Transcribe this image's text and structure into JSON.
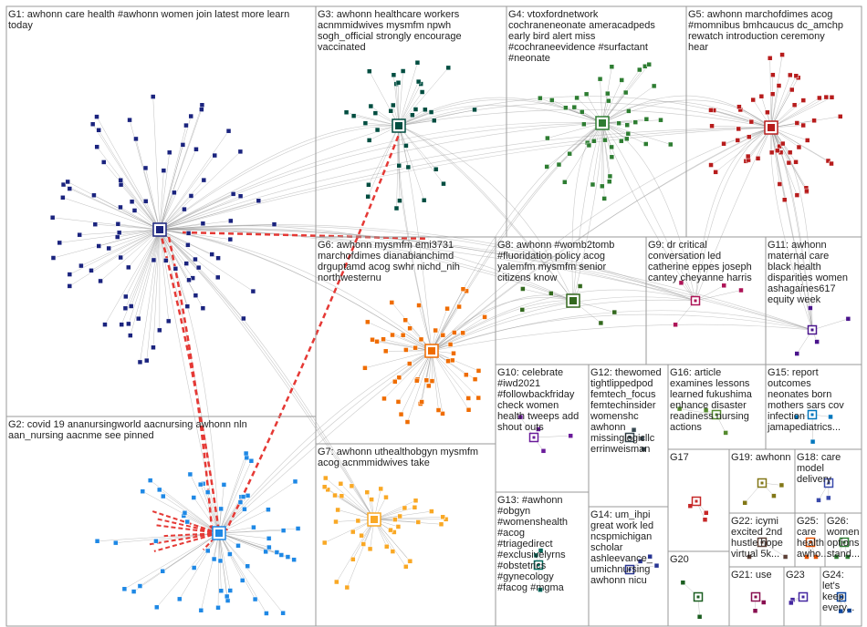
{
  "groups": [
    {
      "id": "G1",
      "label_lines": [
        "G1: awhonn care health #awhonn women join latest more learn",
        "today"
      ],
      "color": "#1a237e"
    },
    {
      "id": "G2",
      "label_lines": [
        "G2: covid 19 ananursingworld aacnursing awhonn nln",
        "aan_nursing aacnme see pinned"
      ],
      "color": "#1e88e5"
    },
    {
      "id": "G3",
      "label_lines": [
        "G3: awhonn healthcare workers",
        "acnmmidwives mysmfm npwh",
        "sogh_official strongly encourage",
        "vaccinated"
      ],
      "color": "#004d40"
    },
    {
      "id": "G4",
      "label_lines": [
        "G4: vtoxfordnetwork",
        "cochraneneonate ameracadpeds",
        "early bird alert miss",
        "#cochraneevidence #surfactant",
        "#neonate"
      ],
      "color": "#2e7d32"
    },
    {
      "id": "G5",
      "label_lines": [
        "G5: awhonn marchofdimes acog",
        "#momnibus bmhcaucus dc_amchp",
        "rewatch introduction ceremony",
        "hear"
      ],
      "color": "#b71c1c"
    },
    {
      "id": "G6",
      "label_lines": [
        "G6: awhonn mysmfm emi3731",
        "marchofdimes dianabianchimd",
        "drguptamd acog swhr nichd_nih",
        "northwesternu"
      ],
      "color": "#ef6c00"
    },
    {
      "id": "G7",
      "label_lines": [
        "G7: awhonn uthealthobgyn mysmfm",
        "acog acnmmidwives take"
      ],
      "color": "#f9a825"
    },
    {
      "id": "G8",
      "label_lines": [
        "G8: awhonn #womb2tomb",
        "#fluoridation policy acog",
        "yalemfm mysmfm senior",
        "citizens know"
      ],
      "color": "#33691e"
    },
    {
      "id": "G9",
      "label_lines": [
        "G9: dr critical",
        "conversation led",
        "catherine eppes joseph",
        "cantey cheyanne harris"
      ],
      "color": "#ad1457"
    },
    {
      "id": "G10",
      "label_lines": [
        "G10: celebrate",
        "#iwd2021",
        "#followbackfriday",
        "check women",
        "health tweeps add",
        "shout outs"
      ],
      "color": "#6a1b9a"
    },
    {
      "id": "G11",
      "label_lines": [
        "G11: awhonn",
        "maternal care",
        "black health",
        "disparities women",
        "ashagaines617",
        "equity week"
      ],
      "color": "#4a148c"
    },
    {
      "id": "G12",
      "label_lines": [
        "G12: thewomed",
        "tightlippedpod",
        "femtech_focus",
        "femtechinsider",
        "womenshc",
        "awhonn",
        "missinglogicllc",
        "errinweisman"
      ],
      "color": "#37474f"
    },
    {
      "id": "G13",
      "label_lines": [
        "G13: #awhonn",
        "#obgyn",
        "#womenshealth",
        "#acog",
        "#triagedirect",
        "#exclusivelyrns",
        "#obstetrics",
        "#gynecology",
        "#facog #mgma"
      ],
      "color": "#00695c"
    },
    {
      "id": "G14",
      "label_lines": [
        "G14: um_ihpi",
        "great work led",
        "ncspmichigan",
        "scholar",
        "ashleevance_",
        "umichnursing",
        "awhonn nicu"
      ],
      "color": "#283593"
    },
    {
      "id": "G15",
      "label_lines": [
        "G15: report",
        "outcomes",
        "neonates born",
        "mothers sars cov",
        "infection",
        "jamapediatrics..."
      ],
      "color": "#0277bd"
    },
    {
      "id": "G16",
      "label_lines": [
        "G16: article",
        "examines lessons",
        "learned fukushima",
        "enhance disaster",
        "readiness nursing",
        "actions"
      ],
      "color": "#558b2f"
    },
    {
      "id": "G17",
      "label_lines": [
        "G17"
      ],
      "color": "#c62828"
    },
    {
      "id": "G18",
      "label_lines": [
        "G18: care",
        "model",
        "delivery"
      ],
      "color": "#3949ab"
    },
    {
      "id": "G19",
      "label_lines": [
        "G19: awhonn"
      ],
      "color": "#827717"
    },
    {
      "id": "G20",
      "label_lines": [
        "G20"
      ],
      "color": "#1b5e20"
    },
    {
      "id": "G21",
      "label_lines": [
        "G21: use"
      ],
      "color": "#880e4f"
    },
    {
      "id": "G22",
      "label_lines": [
        "G22: icymi",
        "excited 2nd",
        "hustle hope",
        "virtual 5k..."
      ],
      "color": "#5d4037"
    },
    {
      "id": "G23",
      "label_lines": [
        "G23"
      ],
      "color": "#4527a0"
    },
    {
      "id": "G24",
      "label_lines": [
        "G24:",
        "let's",
        "keep",
        "every..."
      ],
      "color": "#0d47a1"
    },
    {
      "id": "G25",
      "label_lines": [
        "G25:",
        "care",
        "health",
        "awho..."
      ],
      "color": "#e65100"
    },
    {
      "id": "G26",
      "label_lines": [
        "G26:",
        "women",
        "options",
        "stand..."
      ],
      "color": "#2e7d32"
    }
  ],
  "edge_color": "#8a8a8a",
  "highlight_edge_color": "#e53935"
}
